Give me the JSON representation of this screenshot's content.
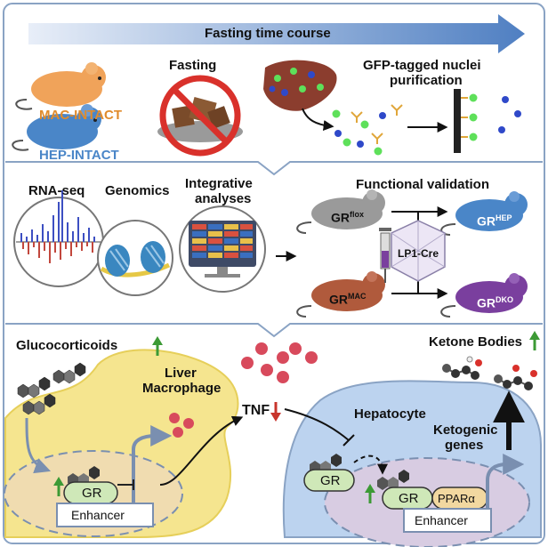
{
  "top": {
    "arrow_label": "Fasting time course",
    "mouse_mac": "MAC-INTACT",
    "mouse_hep": "HEP-INTACT",
    "fasting": "Fasting",
    "gfp_line1": "GFP-tagged nuclei",
    "gfp_line2": "purification"
  },
  "middle": {
    "rnaseq": "RNA-seq",
    "genomics": "Genomics",
    "integrative_line1": "Integrative",
    "integrative_line2": "analyses",
    "functional": "Functional validation",
    "gr_base": "GR",
    "flox_sup": "flox",
    "hep_sup": "HEP",
    "mac_sup": "MAC",
    "dko_sup": "DKO",
    "lp1": "LP1-Cre"
  },
  "bottom": {
    "glucocorticoids": "Glucocorticoids",
    "liver_line1": "Liver",
    "liver_line2": "Macrophage",
    "tnf": "TNF",
    "hepatocyte": "Hepatocyte",
    "ketone": "Ketone Bodies",
    "keto_line1": "Ketogenic",
    "keto_line2": "genes",
    "gr": "GR",
    "enhancer": "Enhancer",
    "ppar": "PPARα"
  },
  "colors": {
    "arrow_blue": "#4f7fc2",
    "mac_orange": "#e08b2c",
    "hep_blue": "#4a86c8",
    "up_green": "#3c9a35",
    "down_red": "#c8352c",
    "panel_border": "#8aa3c4"
  }
}
